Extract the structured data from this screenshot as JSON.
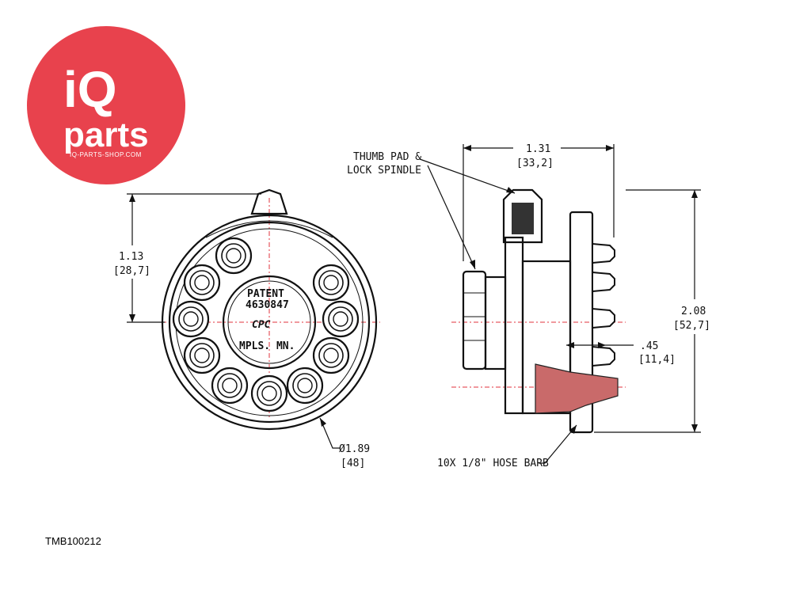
{
  "brand": {
    "logo_text_top": "iQ",
    "logo_text_bottom": "parts",
    "logo_url_text": "IQ-PARTS-SHOP.COM",
    "logo_color": "#e8424d"
  },
  "drawing": {
    "part_code": "TMB100212",
    "front_view": {
      "dim_height": "1.13",
      "dim_height_mm": "[28,7]",
      "dim_diameter": "Ø1.89",
      "dim_diameter_mm": "[48]",
      "stamp_patent": "PATENT",
      "stamp_number": "4630847",
      "stamp_brand": "CPC",
      "stamp_city": "MPLS. MN."
    },
    "side_view": {
      "callout_thumb_line1": "THUMB PAD &",
      "callout_thumb_line2": "LOCK SPINDLE",
      "dim_width": "1.31",
      "dim_width_mm": "[33,2]",
      "dim_total_height": "2.08",
      "dim_total_height_mm": "[52,7]",
      "dim_offset": ".45",
      "dim_offset_mm": "[11,4]",
      "callout_hose_barb": "10X 1/8\" HOSE BARB"
    }
  },
  "colors": {
    "line": "#111111",
    "center_line": "#e0333d",
    "section_hatch": "#c96a6a"
  }
}
